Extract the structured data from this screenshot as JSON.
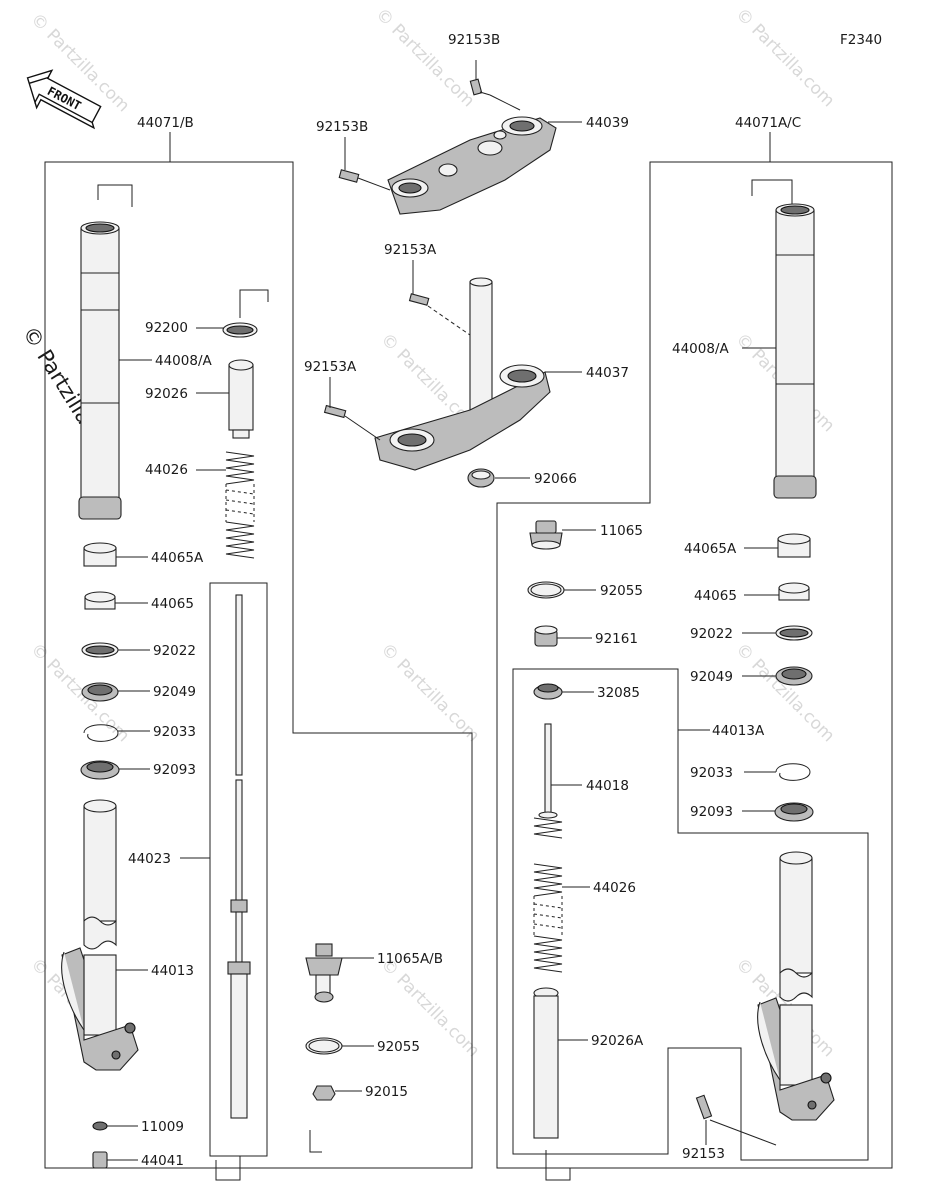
{
  "diagram": {
    "figure_code": "F2340",
    "front_arrow_text": "FRONT",
    "watermark": "© Partzilla.com",
    "labels": {
      "assy_left": "44071/B",
      "assy_right": "44071A/C",
      "bolt_top_right": "92153B",
      "bolt_top_left": "92153B",
      "upper_bracket": "44039",
      "bolt_mid_top": "92153A",
      "bolt_mid_left": "92153A",
      "stem_bracket": "44037",
      "stem_seal": "92066",
      "l_tube": "44008/A",
      "l_ring": "92200",
      "l_spacer": "92026",
      "l_spring": "44026",
      "l_bush_a": "44065A",
      "l_bush": "44065",
      "l_washer": "92022",
      "l_seal": "92049",
      "l_clip": "92033",
      "l_dust": "92093",
      "l_cylinder": "44023",
      "l_outer": "44013",
      "l_gasket": "11009",
      "l_bolt": "44041",
      "c_cap": "11065A/B",
      "c_oring": "92055",
      "c_nut": "92015",
      "r_cap": "11065",
      "r_oring": "92055",
      "r_nut": "92161",
      "r_tube": "44008/A",
      "r_bush_a": "44065A",
      "r_bush": "44065",
      "r_washer": "92022",
      "r_seal": "92049",
      "r_cup": "32085",
      "r_cartridge": "44013A",
      "r_rod": "44018",
      "r_clip": "92033",
      "r_dust": "92093",
      "r_spring": "44026",
      "r_spacer": "92026A",
      "r_bolt": "92153"
    }
  }
}
